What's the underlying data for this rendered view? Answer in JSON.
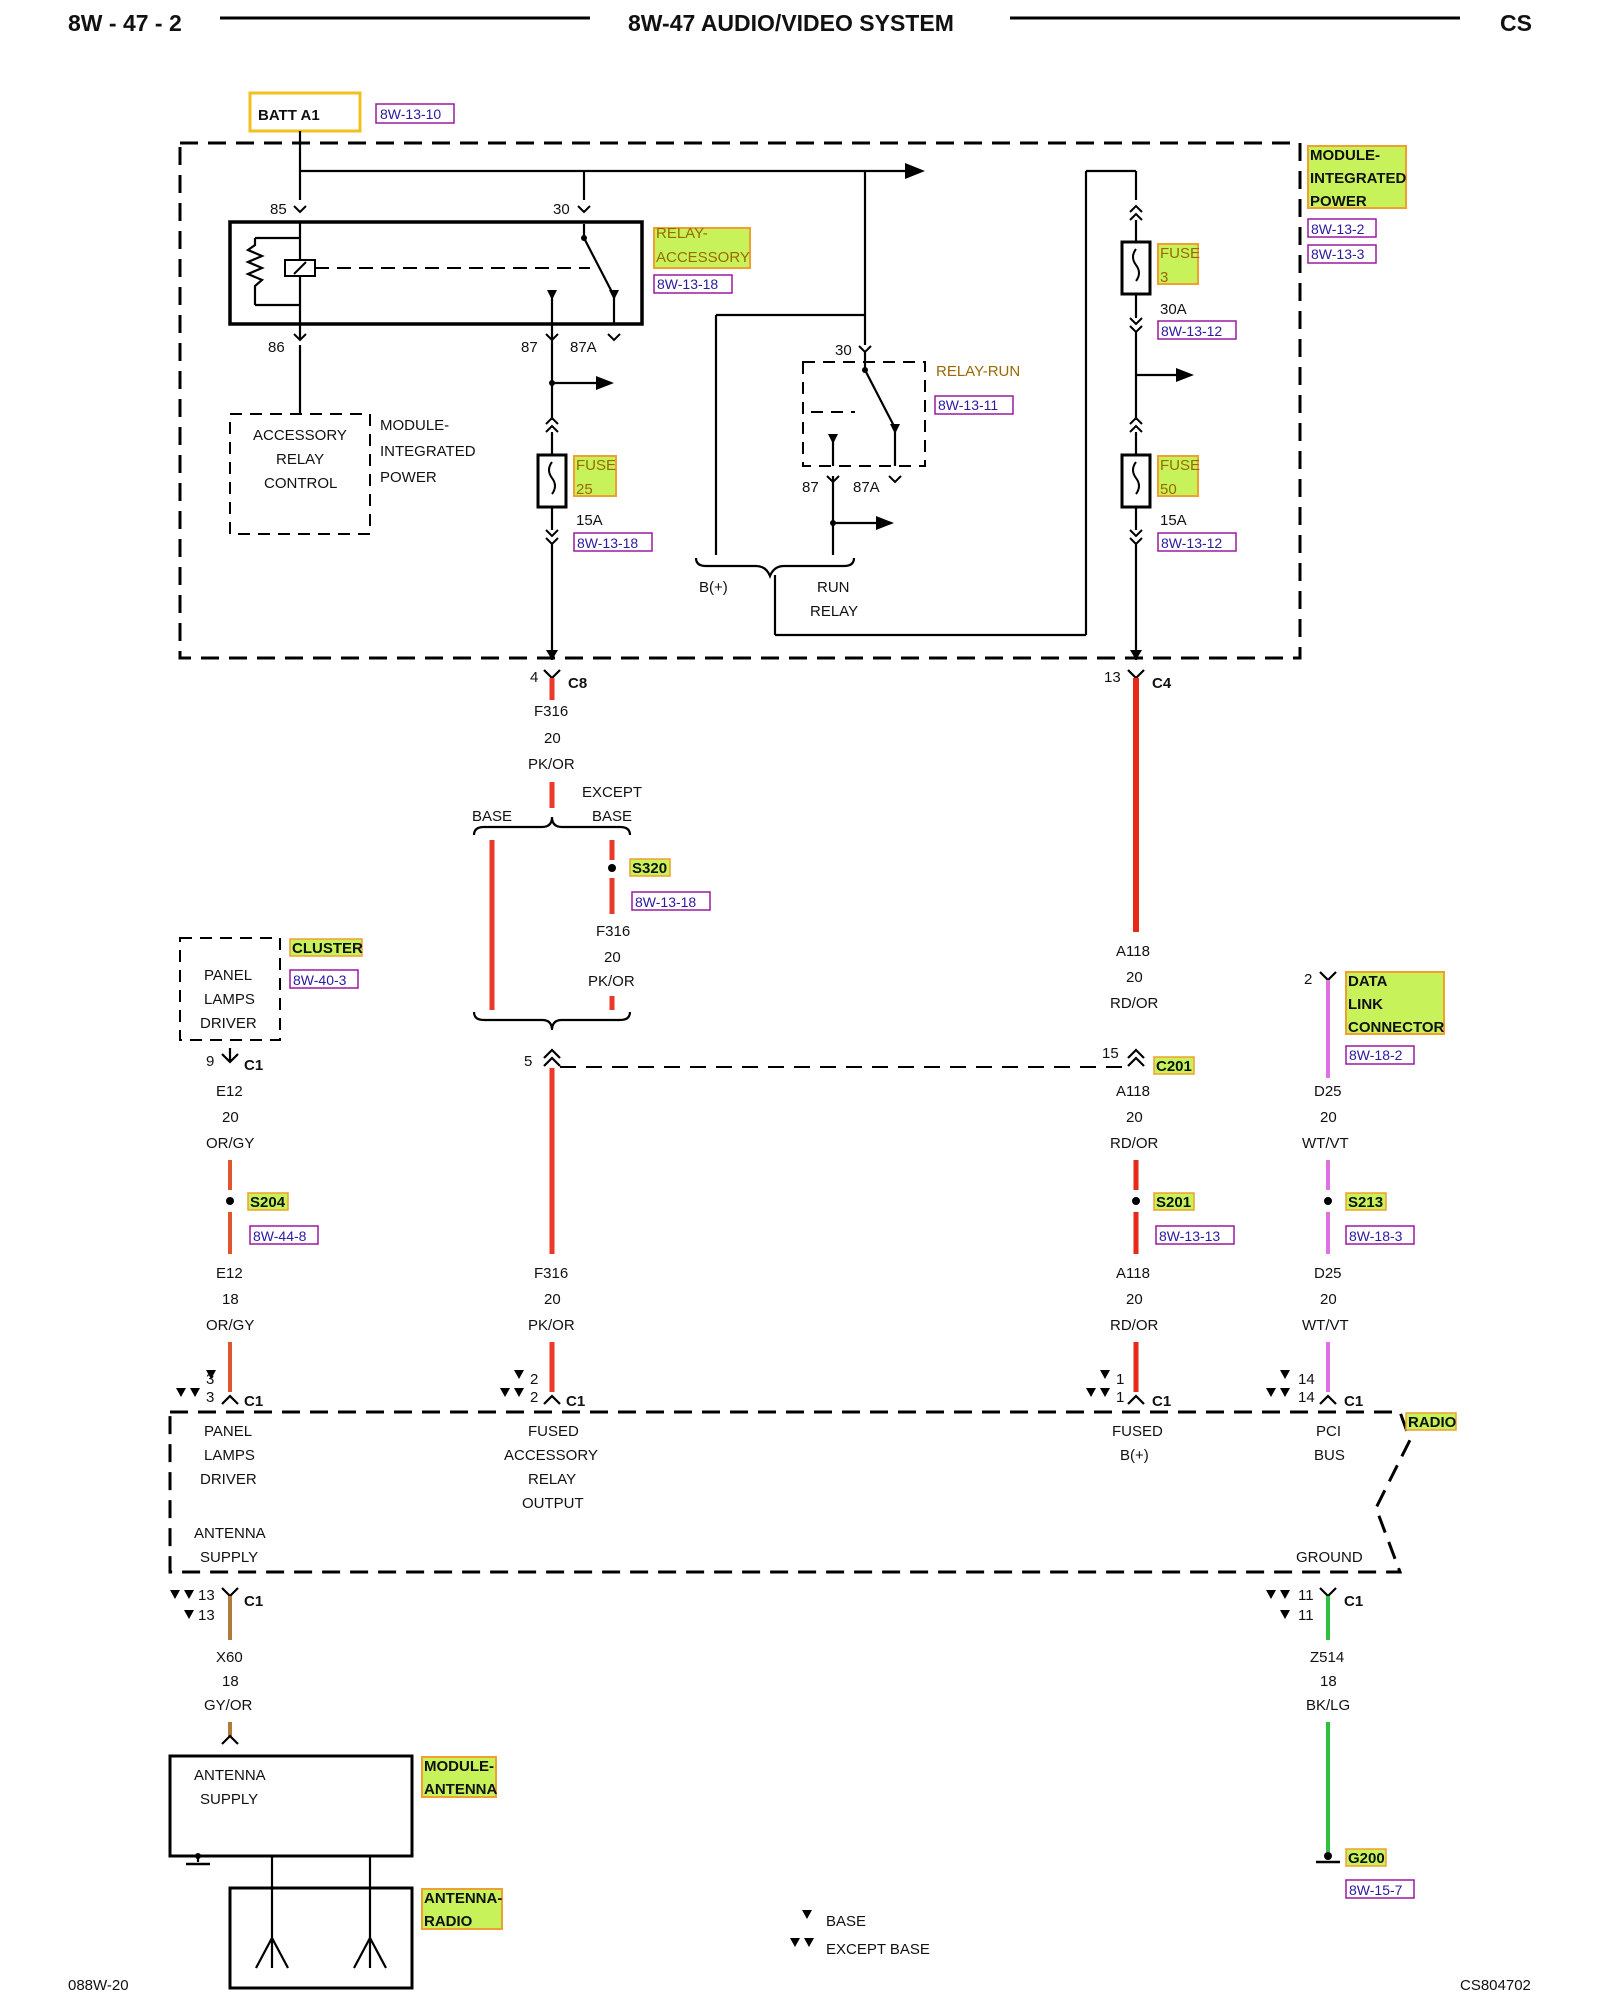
{
  "header": {
    "page_number": "8W - 47 - 2",
    "title": "8W-47 AUDIO/VIDEO SYSTEM",
    "code": "CS"
  },
  "footer": {
    "left_code": "088W-20",
    "right_code": "CS804702"
  },
  "legend": {
    "base": "BASE",
    "except_base": "EXCEPT BASE"
  },
  "batt": {
    "label": "BATT A1",
    "ref": "8W-13-10"
  },
  "module_ipm": {
    "lines": [
      "MODULE-",
      "INTEGRATED",
      "POWER"
    ],
    "refs": [
      "8W-13-2",
      "8W-13-3"
    ]
  },
  "relay_accessory": {
    "lines": [
      "RELAY-",
      "ACCESSORY"
    ],
    "ref": "8W-13-18",
    "pins": {
      "p85": "85",
      "p30": "30",
      "p86": "86",
      "p87": "87",
      "p87a": "87A"
    }
  },
  "accessory_relay_control": {
    "lines": [
      "ACCESSORY",
      "RELAY",
      "CONTROL"
    ],
    "module_lines": [
      "MODULE-",
      "INTEGRATED",
      "POWER"
    ]
  },
  "fuse25": {
    "lines": [
      "FUSE",
      "25"
    ],
    "rating": "15A",
    "ref": "8W-13-18"
  },
  "relay_run": {
    "label": "RELAY-RUN",
    "ref": "8W-13-11",
    "pins": {
      "p30": "30",
      "p87": "87",
      "p87a": "87A"
    },
    "bplus": "B(+)",
    "run_lines": [
      "RUN",
      "RELAY"
    ]
  },
  "fuse3": {
    "lines": [
      "FUSE",
      "3"
    ],
    "rating": "30A",
    "ref": "8W-13-12"
  },
  "fuse50": {
    "lines": [
      "FUSE",
      "50"
    ],
    "rating": "15A",
    "ref": "8W-13-12"
  },
  "c8": {
    "pin": "4",
    "name": "C8"
  },
  "c4": {
    "pin": "13",
    "name": "C4"
  },
  "wire_f316_top": {
    "lines": [
      "F316",
      "20",
      "PK/OR"
    ]
  },
  "base_split": {
    "base": "BASE",
    "except": [
      "EXCEPT",
      "BASE"
    ]
  },
  "s320": {
    "label": "S320",
    "ref": "8W-13-18"
  },
  "wire_f316_mid": {
    "lines": [
      "F316",
      "20",
      "PK/OR"
    ]
  },
  "wire_a118_top": {
    "lines": [
      "A118",
      "20",
      "RD/OR"
    ]
  },
  "cluster": {
    "label": "CLUSTER",
    "ref": "8W-40-3",
    "lines": [
      "PANEL",
      "LAMPS",
      "DRIVER"
    ],
    "pin": "9",
    "conn": "C1"
  },
  "dlc": {
    "lines": [
      "DATA",
      "LINK",
      "CONNECTOR"
    ],
    "ref": "8W-18-2",
    "pin": "2"
  },
  "c201": {
    "pin_left": "5",
    "pin_right": "15",
    "name": "C201"
  },
  "wire_e12_a": {
    "lines": [
      "E12",
      "20",
      "OR/GY"
    ]
  },
  "wire_a118_b": {
    "lines": [
      "A118",
      "20",
      "RD/OR"
    ]
  },
  "wire_d25_a": {
    "lines": [
      "D25",
      "20",
      "WT/VT"
    ]
  },
  "s204": {
    "label": "S204",
    "ref": "8W-44-8"
  },
  "s201": {
    "label": "S201",
    "ref": "8W-13-13"
  },
  "s213": {
    "label": "S213",
    "ref": "8W-18-3"
  },
  "wire_e12_b": {
    "lines": [
      "E12",
      "18",
      "OR/GY"
    ]
  },
  "wire_f316_b": {
    "lines": [
      "F316",
      "20",
      "PK/OR"
    ]
  },
  "wire_a118_c": {
    "lines": [
      "A118",
      "20",
      "RD/OR"
    ]
  },
  "wire_d25_b": {
    "lines": [
      "D25",
      "20",
      "WT/VT"
    ]
  },
  "radio_pins": {
    "p1a": "3",
    "p1b": "3",
    "p2a": "2",
    "p2b": "2",
    "p3a": "1",
    "p3b": "1",
    "p4a": "14",
    "p4b": "14",
    "conn": "C1"
  },
  "radio": {
    "label": "RADIO",
    "panel": [
      "PANEL",
      "LAMPS",
      "DRIVER"
    ],
    "fused_acc": [
      "FUSED",
      "ACCESSORY",
      "RELAY",
      "OUTPUT"
    ],
    "fused_b": [
      "FUSED",
      "B(+)"
    ],
    "pci": [
      "PCI",
      "BUS"
    ],
    "antenna": [
      "ANTENNA",
      "SUPPLY"
    ],
    "ground": "GROUND"
  },
  "radio_bottom_pins": {
    "p13a": "13",
    "p13b": "13",
    "p11a": "11",
    "p11b": "11",
    "conn": "C1"
  },
  "wire_x60": {
    "lines": [
      "X60",
      "18",
      "GY/OR"
    ]
  },
  "wire_z514": {
    "lines": [
      "Z514",
      "18",
      "BK/LG"
    ]
  },
  "module_antenna": {
    "tag": [
      "MODULE-",
      "ANTENNA"
    ],
    "lines": [
      "ANTENNA",
      "SUPPLY"
    ]
  },
  "antenna_radio": {
    "tag": [
      "ANTENNA-",
      "RADIO"
    ]
  },
  "g200": {
    "label": "G200",
    "ref": "8W-15-7"
  },
  "colors": {
    "pk_or": "#e8392a",
    "rd_or": "#e62a1a",
    "or_gy": "#e0552a",
    "wt_vt": "#e070e0",
    "gy_or": "#b07a3a",
    "bk_lg": "#2fbf3f",
    "highlight": "#c8f25a",
    "highlight_border": "#f0b030"
  }
}
